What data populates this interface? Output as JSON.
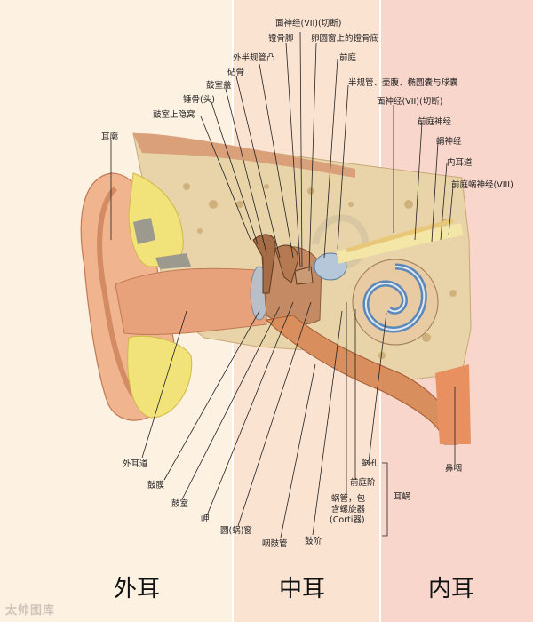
{
  "labels": {
    "facial_nerve_top": "面神经(VII)(切断)",
    "stapes_crus": "镫骨脚",
    "stapes_footplate": "卵圆窗上的镫骨底",
    "lateral_canal_prominence": "外半规管凸",
    "vestibule": "前庭",
    "incus": "砧骨",
    "tegmen": "鼓室盖",
    "canals_utricle_saccule": "半规管、壶腹、椭圆囊与球囊",
    "malleus_head": "锤骨(头)",
    "epitympanic_recess": "鼓室上隐窝",
    "facial_nerve_right": "面神经(VII)(切断)",
    "vestibular_nerve": "前庭神经",
    "auricle": "耳廓",
    "cochlear_nerve": "蜗神经",
    "internal_meatus": "内耳道",
    "vestibulocochlear_nerve": "前庭蜗神经(VIII)",
    "external_canal": "外耳道",
    "eardrum": "鼓膜",
    "tympanic_cavity": "鼓室",
    "promontory": "岬",
    "round_window": "圆(蜗)窗",
    "eustachian_tube": "咽鼓管",
    "scala_tympani": "鼓阶",
    "helicotrema": "蜗孔",
    "scala_vestibuli": "前庭阶",
    "cochlear_duct_line1": "蜗管，包",
    "cochlear_duct_line2": "含螺旋器",
    "cochlear_duct_line3": "(Corti器)",
    "cochlea_group": "耳蜗",
    "nasopharynx": "鼻咽"
  },
  "regions": {
    "outer": "外耳",
    "middle": "中耳",
    "inner": "内耳"
  },
  "watermark": "太帅图库",
  "colors": {
    "outer_bg": "#fdf1e2",
    "middle_bg": "#fbe3d2",
    "inner_bg": "#f9d6cc",
    "skin": "#f0b48e",
    "bone": "#e8d4a8",
    "cartilage": "#f2e27a",
    "canal": "#d98f5d",
    "cochlea_blue": "#5b88b8",
    "nerve": "#f3e6a6"
  }
}
